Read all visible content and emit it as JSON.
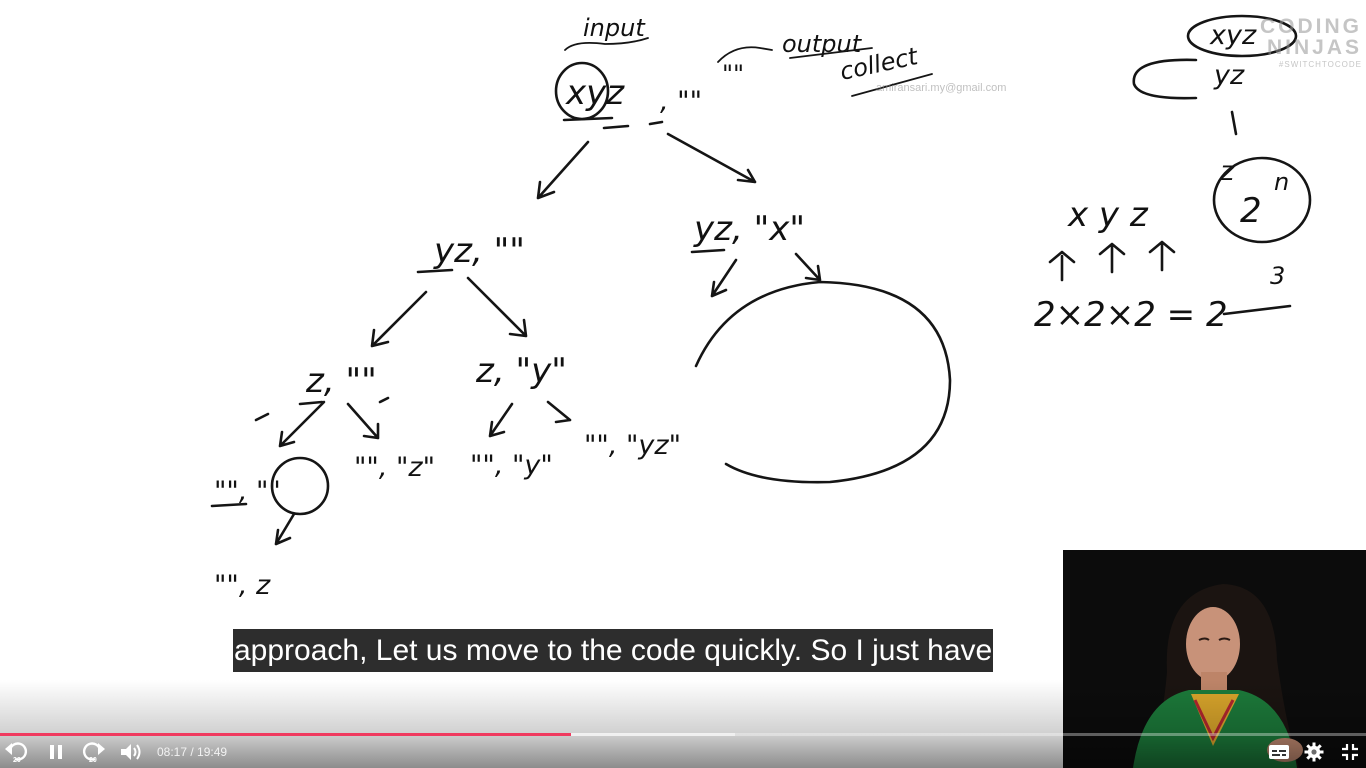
{
  "whiteboard": {
    "labels": {
      "input": "input",
      "output": "output",
      "collect": "collect",
      "root": "xyz",
      "root_suffix": ", \"\"",
      "left1": "yz, \"\"",
      "right1": "yz, \"x\"",
      "left2": "z, \"\"",
      "right2": "z, \"y\"",
      "leaf1": "\"\", \"\"",
      "leaf2": "\"\", \"z\"",
      "leaf3": "\"\", \"y\"",
      "leaf4": "\"\", \"yz\"",
      "bottom": "\"\", z",
      "side_xyz": "xyz",
      "side_yz": "yz",
      "side_z": "z",
      "side_2n": "2",
      "side_n": "n",
      "formula_letters": "x y z",
      "formula": "2×2×2 = 2",
      "formula_exp": "3"
    },
    "email_watermark": "amiransari.my@gmail.com"
  },
  "logo": {
    "line1": "CODING",
    "line2": "NINJAS",
    "tagline": "#SWITCHTOCODE"
  },
  "caption": {
    "text": "approach, Let us move to the code quickly. So I just have"
  },
  "player": {
    "current_time": "08:17",
    "separator": " / ",
    "duration": "19:49",
    "progress": 0.418,
    "buffered": 0.538,
    "rewind_seconds": "20",
    "forward_seconds": "20",
    "accent_color": "#f03a5f",
    "icons": {
      "rewind": "rewind-20-icon",
      "pause": "pause-icon",
      "forward": "forward-20-icon",
      "volume": "volume-icon",
      "subtitles": "subtitles-icon",
      "settings": "gear-icon",
      "exit_fullscreen": "exit-fullscreen-icon"
    }
  }
}
